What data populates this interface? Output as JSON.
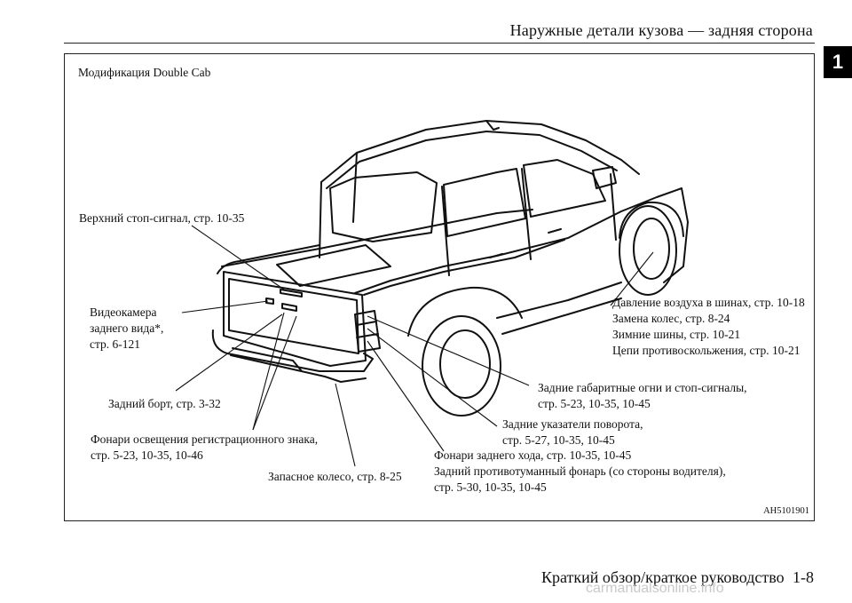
{
  "header": {
    "title": "Наружные детали кузова — задняя сторона"
  },
  "chapter_tab": {
    "label": "1"
  },
  "figure": {
    "variant_label": "Модификация Double Cab",
    "image_code": "AH5101901",
    "callouts": {
      "high_brake_light": [
        "Верхний стоп-сигнал, стр. 10-35"
      ],
      "rear_camera": [
        "Видеокамера",
        "заднего вида*,",
        "стр. 6-121"
      ],
      "tailgate": [
        "Задний борт, стр. 3-32"
      ],
      "license_lights": [
        "Фонари освещения регистрационного знака,",
        "стр. 5-23, 10-35, 10-46"
      ],
      "spare_wheel": [
        "Запасное колесо, стр. 8-25"
      ],
      "tires": [
        "Давление воздуха в шинах, стр. 10-18",
        "Замена колес, стр. 8-24",
        "Зимние шины, стр. 10-21",
        "Цепи противоскольжения, стр. 10-21"
      ],
      "tail_lights": [
        "Задние габаритные огни и стоп-сигналы,",
        "стр. 5-23, 10-35, 10-45"
      ],
      "turn_signals": [
        "Задние указатели поворота,",
        "стр. 5-27, 10-35, 10-45"
      ],
      "reverse_fog": [
        "Фонари заднего хода, стр. 10-35, 10-45",
        "Задний противотуманный фонарь (со стороны водителя),",
        "стр. 5-30, 10-35, 10-45"
      ]
    }
  },
  "footer": {
    "title": "Краткий обзор/краткое руководство",
    "page_number": "1-8",
    "watermark": "carmanualsonline.info"
  }
}
